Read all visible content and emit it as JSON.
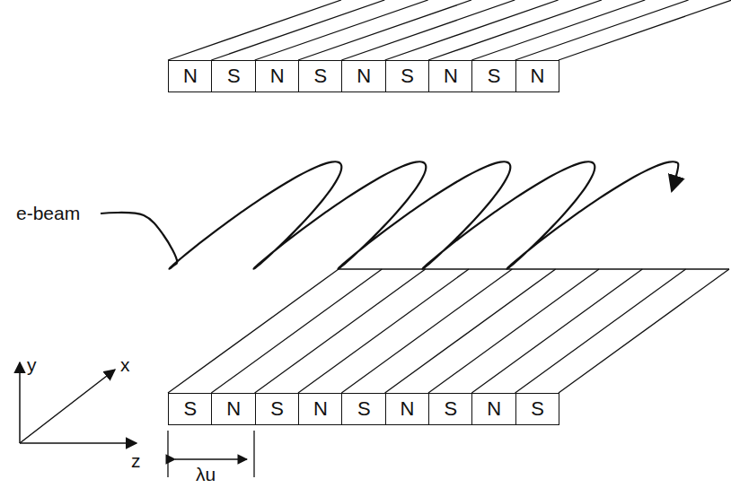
{
  "diagram": {
    "nodes": [
      {
        "text": [
          "N"
        ]
      },
      {
        "text": [
          "S"
        ]
      },
      {
        "text": [
          "N"
        ]
      },
      {
        "text": [
          "S"
        ]
      },
      {
        "text": [
          "N"
        ]
      },
      {
        "text": [
          "S"
        ]
      },
      {
        "text": [
          "N"
        ]
      },
      {
        "text": [
          "S"
        ]
      },
      {
        "text": [
          "N"
        ]
      },
      {
        "text": [
          "S"
        ]
      },
      {
        "text": [
          "N"
        ]
      },
      {
        "text": [
          "S"
        ]
      },
      {
        "text": [
          "N"
        ]
      },
      {
        "text": [
          "S"
        ]
      },
      {
        "text": [
          "N"
        ]
      },
      {
        "text": [
          "S"
        ]
      },
      {
        "text": [
          "N"
        ]
      },
      {
        "text": [
          "S"
        ]
      }
    ],
    "labels": [
      "e-beam",
      "y",
      "x",
      "z",
      "λu"
    ]
  }
}
